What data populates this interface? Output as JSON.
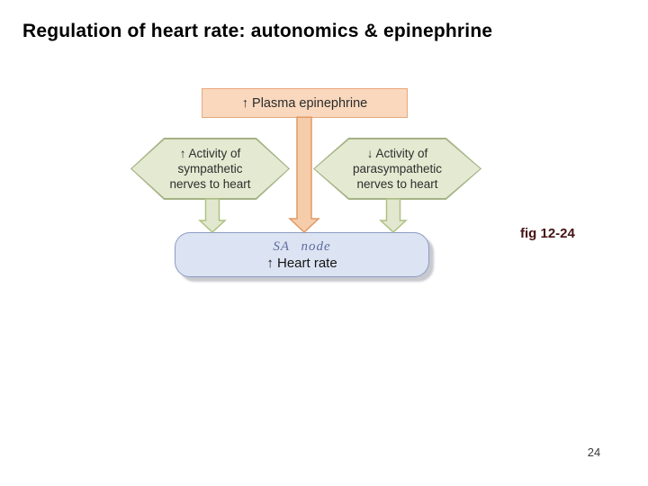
{
  "slide": {
    "title": "Regulation of heart rate: autonomics & epinephrine",
    "fig_caption": "fig 12-24",
    "page_number": "24"
  },
  "diagram": {
    "plasma_box": {
      "label": "↑ Plasma epinephrine"
    },
    "sympathetic_hex": {
      "label": "↑ Activity of\nsympathetic\nnerves to heart"
    },
    "parasympathetic_hex": {
      "label": "↓ Activity of\nparasympathetic\nnerves to heart"
    },
    "sa_node_box": {
      "line1": "SA node",
      "line2": "↑ Heart rate"
    },
    "colors": {
      "plasma_fill": "#f9d8bd",
      "plasma_border": "#e7a97d",
      "orange_arrow_fill": "#f6cdab",
      "orange_arrow_border": "#df9a67",
      "hex_fill": "#e4e9d1",
      "hex_border": "#a4b284",
      "green_arrow_fill": "#e2e8cf",
      "green_arrow_border": "#aec184",
      "sa_fill": "#dce3f2",
      "sa_border": "#8b9cc4",
      "sa_text": "#5e6d9e",
      "fig_caption_color": "#451314"
    }
  }
}
